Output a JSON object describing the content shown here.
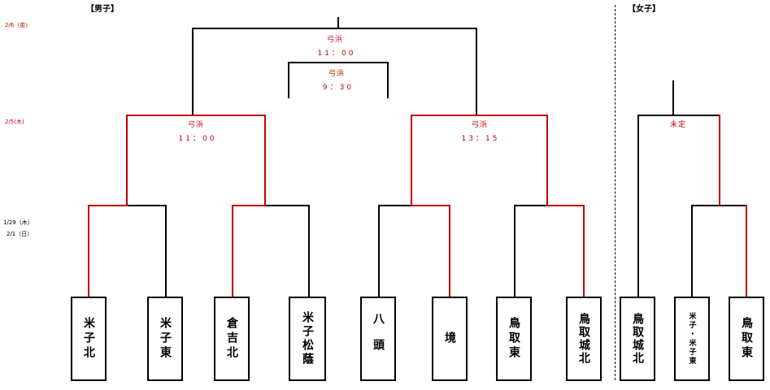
{
  "headings": {
    "boys": "【男子】",
    "girls": "【女子】"
  },
  "dates": {
    "final": "2/6（金）",
    "semi": "2/5(木)",
    "qf_line1": "1/29（木）",
    "qf_line2": "2/1（日）"
  },
  "matches": {
    "final": {
      "venue": "弓浜",
      "time": "11：00"
    },
    "third_place": {
      "venue": "弓浜",
      "time": "9：30"
    },
    "semi_left": {
      "venue": "弓浜",
      "time": "11：00"
    },
    "semi_right": {
      "venue": "弓浜",
      "time": "13：15"
    },
    "girls": {
      "venue": "未定"
    }
  },
  "teams": {
    "boys": [
      "米子北",
      "米子東",
      "倉吉北",
      "米子松蔭",
      "八頭",
      "境",
      "鳥取東",
      "鳥取城北"
    ],
    "girls": [
      "鳥取城北",
      "米子・米子東",
      "鳥取東"
    ]
  },
  "colors": {
    "win": "#c00000",
    "line": "#000000"
  }
}
